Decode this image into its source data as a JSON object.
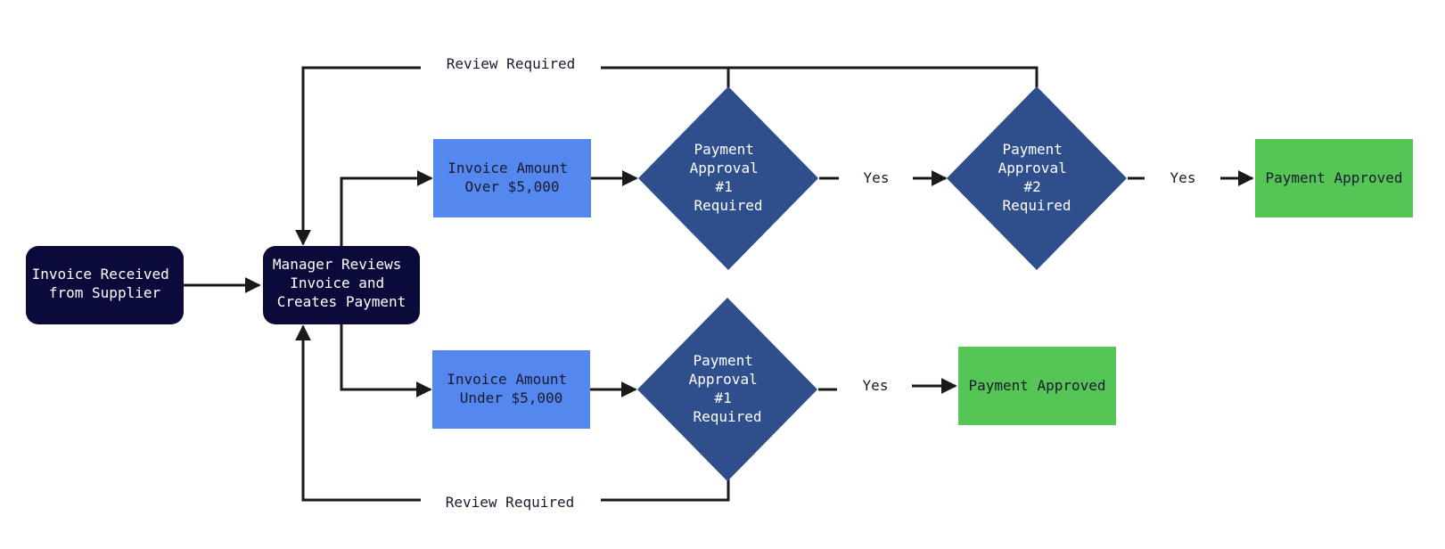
{
  "colors": {
    "start": "#0b0b3b",
    "condition": "#5588ee",
    "decision": "#2e4f8c",
    "approved": "#55c556",
    "line": "#1a1a1a",
    "background": "#ffffff"
  },
  "nodes": {
    "invoice_received": [
      "Invoice Received",
      "from Supplier"
    ],
    "manager_reviews": [
      "Manager Reviews",
      "Invoice and",
      "Creates Payment"
    ],
    "amount_over": [
      "Invoice Amount",
      "Over $5,000"
    ],
    "amount_under": [
      "Invoice Amount",
      "Under $5,000"
    ],
    "approval1_top": [
      "Payment",
      "Approval",
      "#1",
      "Required"
    ],
    "approval2_top": [
      "Payment",
      "Approval",
      "#2",
      "Required"
    ],
    "approval1_bottom": [
      "Payment",
      "Approval",
      "#1",
      "Required"
    ],
    "approved_top": "Payment Approved",
    "approved_bottom": "Payment Approved"
  },
  "edges": {
    "review_required_top": "Review Required",
    "review_required_bottom": "Review Required",
    "yes_1": "Yes",
    "yes_2": "Yes",
    "yes_3": "Yes"
  }
}
